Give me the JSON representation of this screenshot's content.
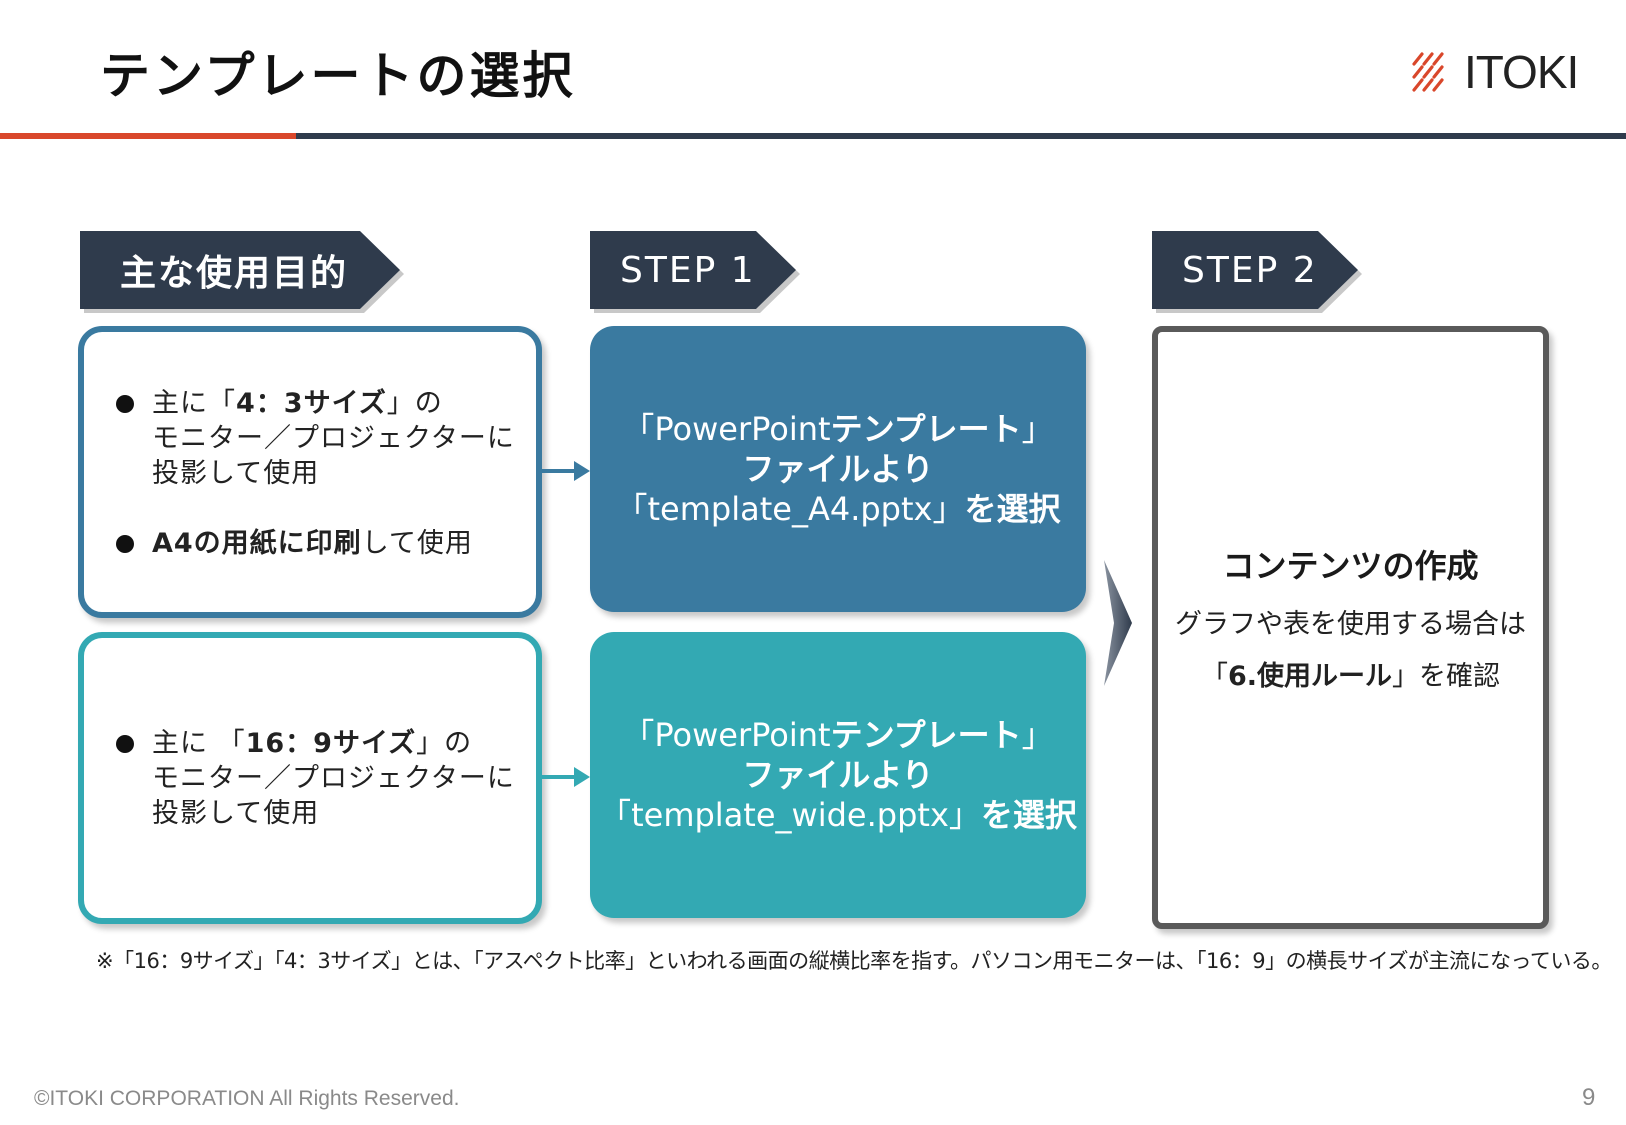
{
  "page": {
    "title": "テンプレートの選択",
    "logo_text": "ITOKI",
    "copyright": "©ITOKI CORPORATION All Rights Reserved.",
    "page_number": "9",
    "footnote": "※「16：9サイズ」「4：3サイズ」とは、「アスペクト比率」といわれる画面の縦横比率を指す。パソコン用モニターは、「16：9」の横長サイズが主流になっている。"
  },
  "colors": {
    "accent_red": "#d9472b",
    "navy": "#2f3b4c",
    "blue": "#3a7aa0",
    "teal": "#33a9b3",
    "gray_border": "#5a5a5a"
  },
  "headers": {
    "purpose": "主な使用目的",
    "step1": "STEP 1",
    "step2": "STEP 2"
  },
  "purpose_43": {
    "b1_pre": "主に「",
    "b1_bold": "4：3サイズ",
    "b1_post": "」の",
    "b1_line2": "モニター／プロジェクターに",
    "b1_line3": "投影して使用",
    "b2_bold": "A4の用紙に印刷",
    "b2_post": "して使用"
  },
  "purpose_169": {
    "b1_pre": "主に 「",
    "b1_bold": "16：9サイズ",
    "b1_post": "」の",
    "b1_line2": "モニター／プロジェクターに",
    "b1_line3": "投影して使用"
  },
  "step1_a4": {
    "line1_open": "「PowerPoint",
    "line1_bold": "テンプレート",
    "line1_close": "」",
    "line2": "ファイルより",
    "line3_file": "「template_A4.pptx」",
    "line3_bold": "を選択"
  },
  "step1_wide": {
    "line1_open": "「PowerPoint",
    "line1_bold": "テンプレート",
    "line1_close": "」",
    "line2": "ファイルより",
    "line3_file": "「template_wide.pptx」",
    "line3_bold": "を選択"
  },
  "step2": {
    "heading": "コンテンツの作成",
    "line1": "グラフや表を使用する場合は",
    "rule_open": "「",
    "rule_bold": "6.使用ルール",
    "rule_close": "」を確認"
  }
}
